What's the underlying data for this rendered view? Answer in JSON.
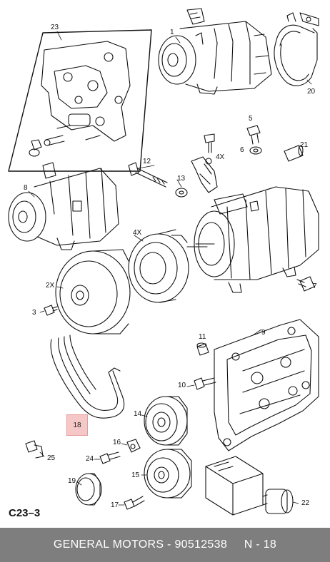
{
  "diagram": {
    "code": "C23–3",
    "highlight": "18",
    "labels": {
      "l1": "1",
      "l2x": "2X",
      "l3": "3",
      "l4x_a": "4X",
      "l4x_b": "4X",
      "l5": "5",
      "l6": "6",
      "l7": "7",
      "l8": "8",
      "l9": "9",
      "l10": "10",
      "l11": "11",
      "l12": "12",
      "l13": "13",
      "l14": "14",
      "l15": "15",
      "l16": "16",
      "l17": "17",
      "l19": "19",
      "l20": "20",
      "l21": "21",
      "l22": "22",
      "l23": "23",
      "l24": "24",
      "l25": "25"
    }
  },
  "footer": {
    "brand": "GENERAL MOTORS",
    "separator": " - ",
    "part_number": "90512538",
    "spacer": "     ",
    "ref": "N - 18"
  }
}
